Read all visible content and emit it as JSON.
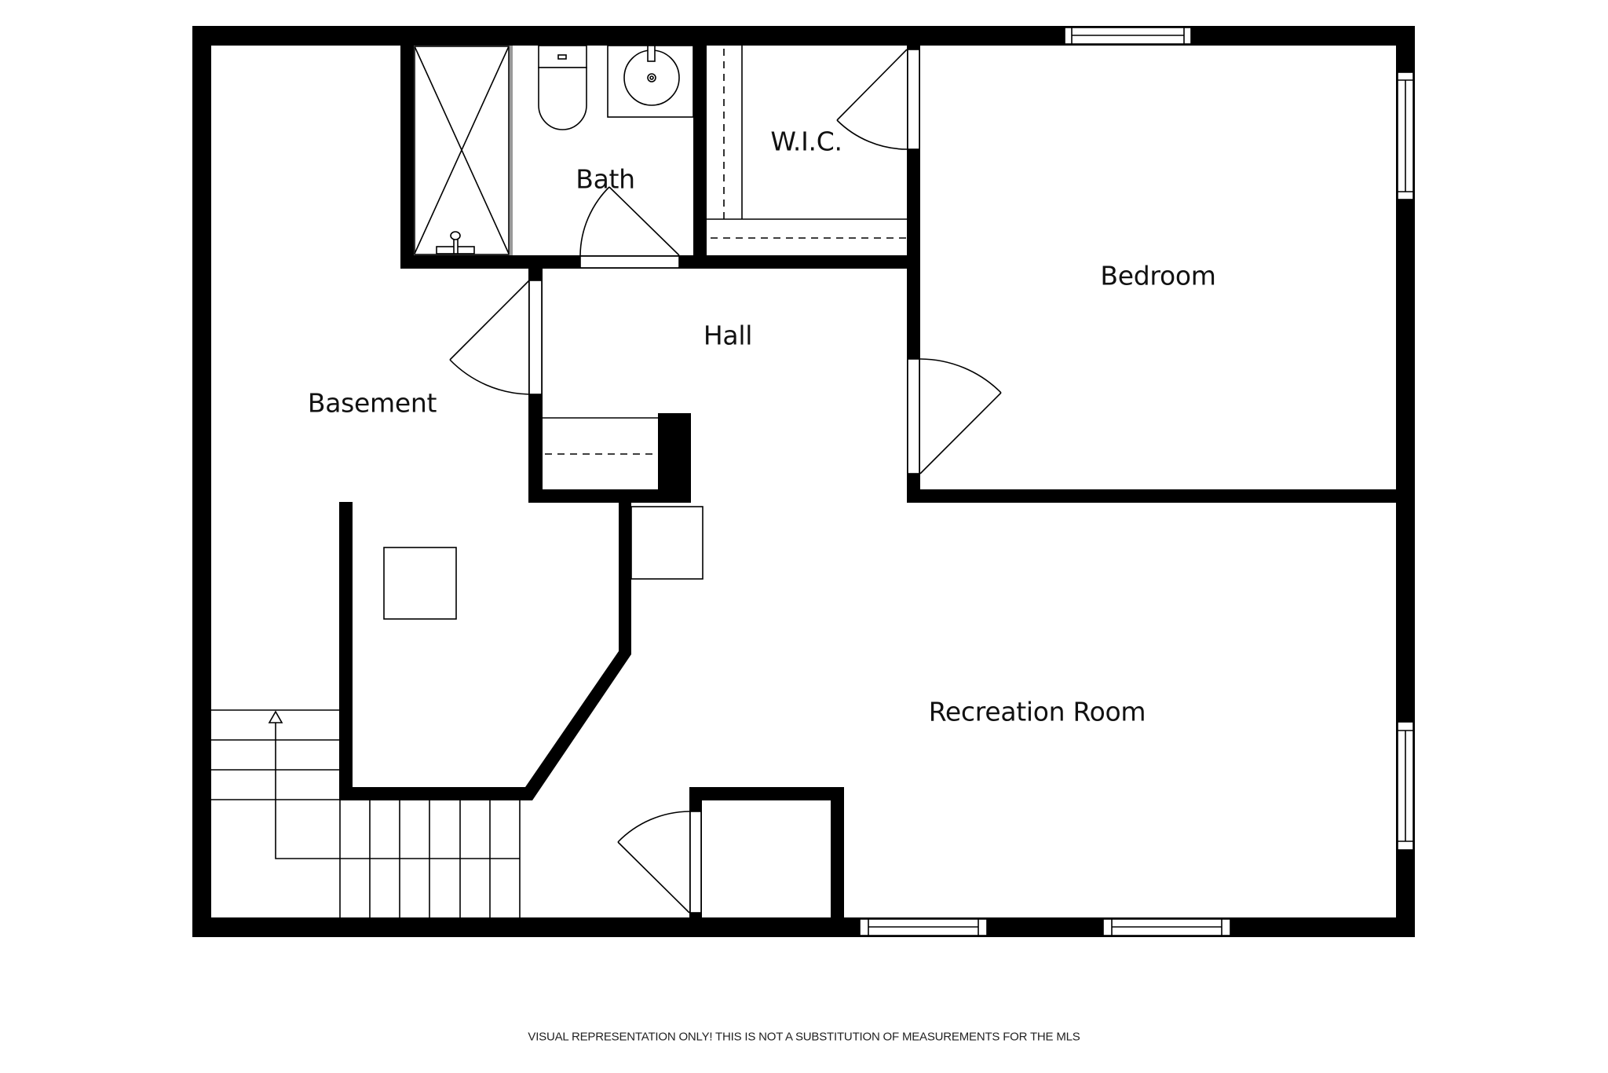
{
  "plan": {
    "colors": {
      "wall": "#000000",
      "background": "#ffffff",
      "text": "#111111"
    },
    "rooms": {
      "bath": "Bath",
      "wic": "W.I.C.",
      "bedroom": "Bedroom",
      "hall": "Hall",
      "basement": "Basement",
      "recreation_room": "Recreation Room"
    },
    "footer": "VISUAL REPRESENTATION ONLY! THIS IS NOT A SUBSTITUTION OF MEASUREMENTS FOR THE MLS"
  }
}
